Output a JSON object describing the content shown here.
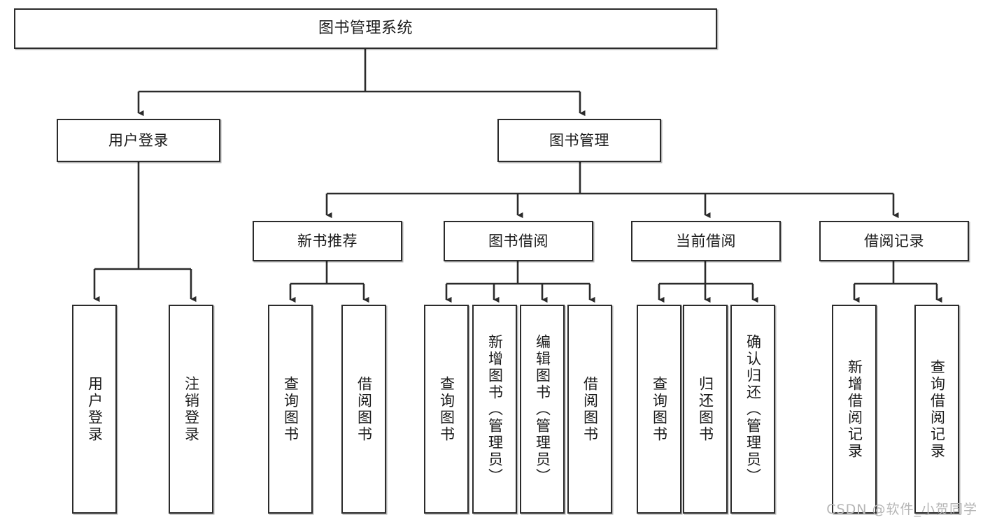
{
  "diagram": {
    "type": "tree",
    "title": "图书管理系统",
    "orientation": "top-down",
    "edge_color": "#2b2b2b",
    "node_fill": "#ffffff",
    "node_stroke": "#2b2b2b",
    "watermark": "CSDN @软件_小贺同学"
  },
  "nodes": {
    "root": {
      "label": "图书管理系统"
    },
    "level2": [
      {
        "label": "用户登录"
      },
      {
        "label": "图书管理"
      }
    ],
    "level3": [
      {
        "label": "新书推荐"
      },
      {
        "label": "图书借阅"
      },
      {
        "label": "当前借阅"
      },
      {
        "label": "借阅记录"
      }
    ],
    "leaves": {
      "user_login": [
        {
          "label": "用户登录"
        },
        {
          "label": "注销登录"
        }
      ],
      "new_book_recommend": [
        {
          "label": "查询图书"
        },
        {
          "label": "借阅图书"
        }
      ],
      "book_borrow": [
        {
          "label": "查询图书"
        },
        {
          "label": "新增图书（管理员）"
        },
        {
          "label": "编辑图书（管理员）"
        },
        {
          "label": "借阅图书"
        }
      ],
      "current_borrow": [
        {
          "label": "查询图书"
        },
        {
          "label": "归还图书"
        },
        {
          "label": "确认归还（管理员）"
        }
      ],
      "borrow_records": [
        {
          "label": "新增借阅记录"
        },
        {
          "label": "查询借阅记录"
        }
      ]
    }
  }
}
